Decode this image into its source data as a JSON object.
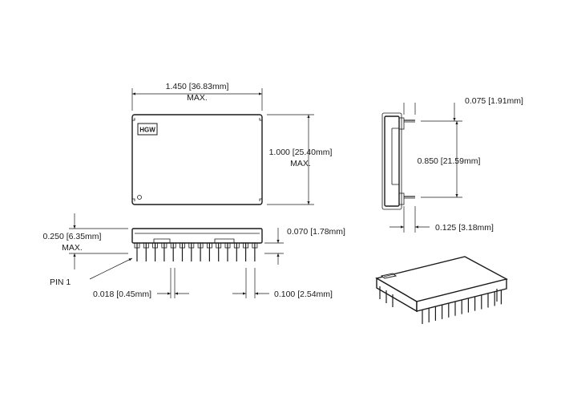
{
  "dimensions": {
    "length_top": "1.450 [36.83mm]",
    "length_top_max": "MAX.",
    "width_right": "1.000 [25.40mm]",
    "width_right_max": "MAX.",
    "height_left": "0.250 [6.35mm]",
    "height_left_max": "MAX.",
    "pin_standoff": "0.070 [1.78mm]",
    "pin_diameter": "0.018 [0.45mm]",
    "pin_pitch": "0.100 [2.54mm]",
    "pin_row_spacing": "0.850 [21.59mm]",
    "pin_length": "0.075 [1.91mm]",
    "side_offset": "0.125 [3.18mm]"
  },
  "labels": {
    "pin1": "PIN 1",
    "logo": "HGW"
  },
  "colors": {
    "line": "#1a1a1a",
    "background": "#ffffff"
  }
}
